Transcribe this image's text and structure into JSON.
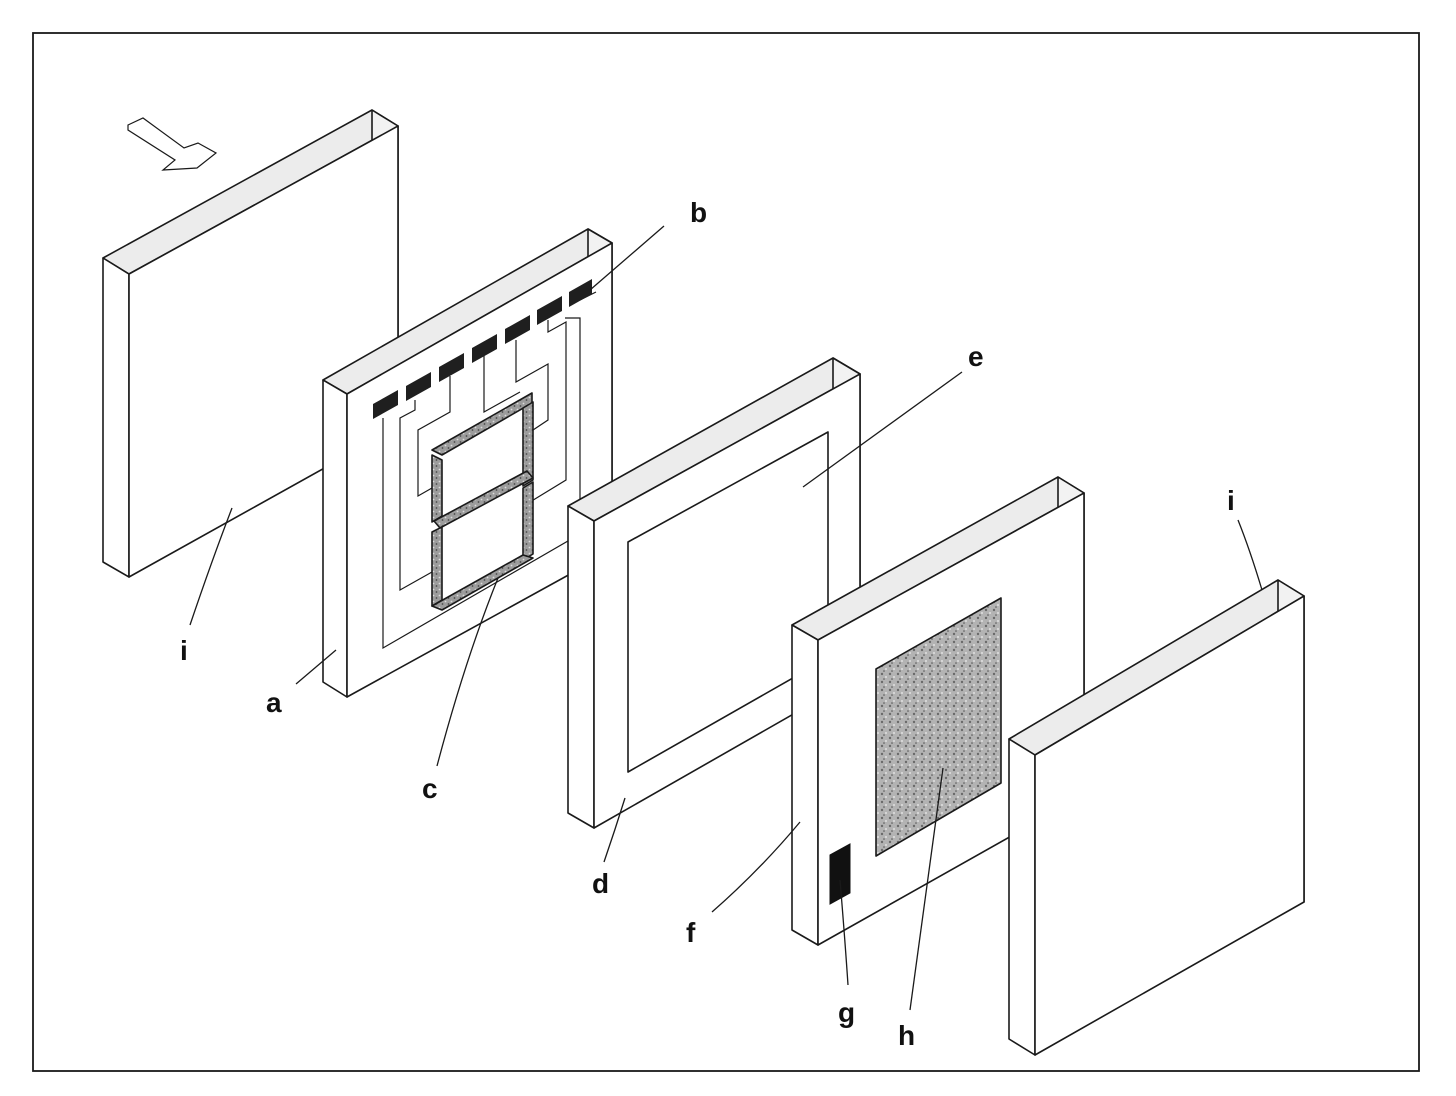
{
  "labels": {
    "i_left": "i",
    "a": "a",
    "b": "b",
    "c": "c",
    "d": "d",
    "e": "e",
    "f": "f",
    "g": "g",
    "h": "h",
    "i_right": "i"
  },
  "colors": {
    "line": "#1a1a1a",
    "panel_face": "#ffffff",
    "panel_side": "#f2f2f2",
    "panel_top": "#ececec",
    "pad": "#1f1f1f",
    "segment_fill": "#9a9a9a",
    "electrode_fill": "#b8b8b8",
    "contact": "#111111"
  },
  "icons": {
    "light_direction": "arrow-icon"
  }
}
